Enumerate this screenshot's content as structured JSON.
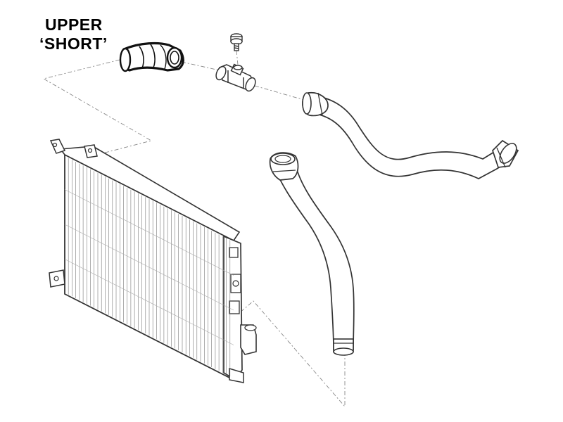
{
  "callout": {
    "line1": "UPPER",
    "line2": "‘SHORT’"
  },
  "colors": {
    "outline": "#333333",
    "leader": "#888888",
    "fill": "#ffffff",
    "highlight_outline": "#111111"
  },
  "parts": [
    {
      "id": "upper-short-hose",
      "highlighted": true
    },
    {
      "id": "bleed-screw"
    },
    {
      "id": "thermostat-housing"
    },
    {
      "id": "upper-long-hose"
    },
    {
      "id": "lower-hose"
    },
    {
      "id": "radiator"
    }
  ]
}
